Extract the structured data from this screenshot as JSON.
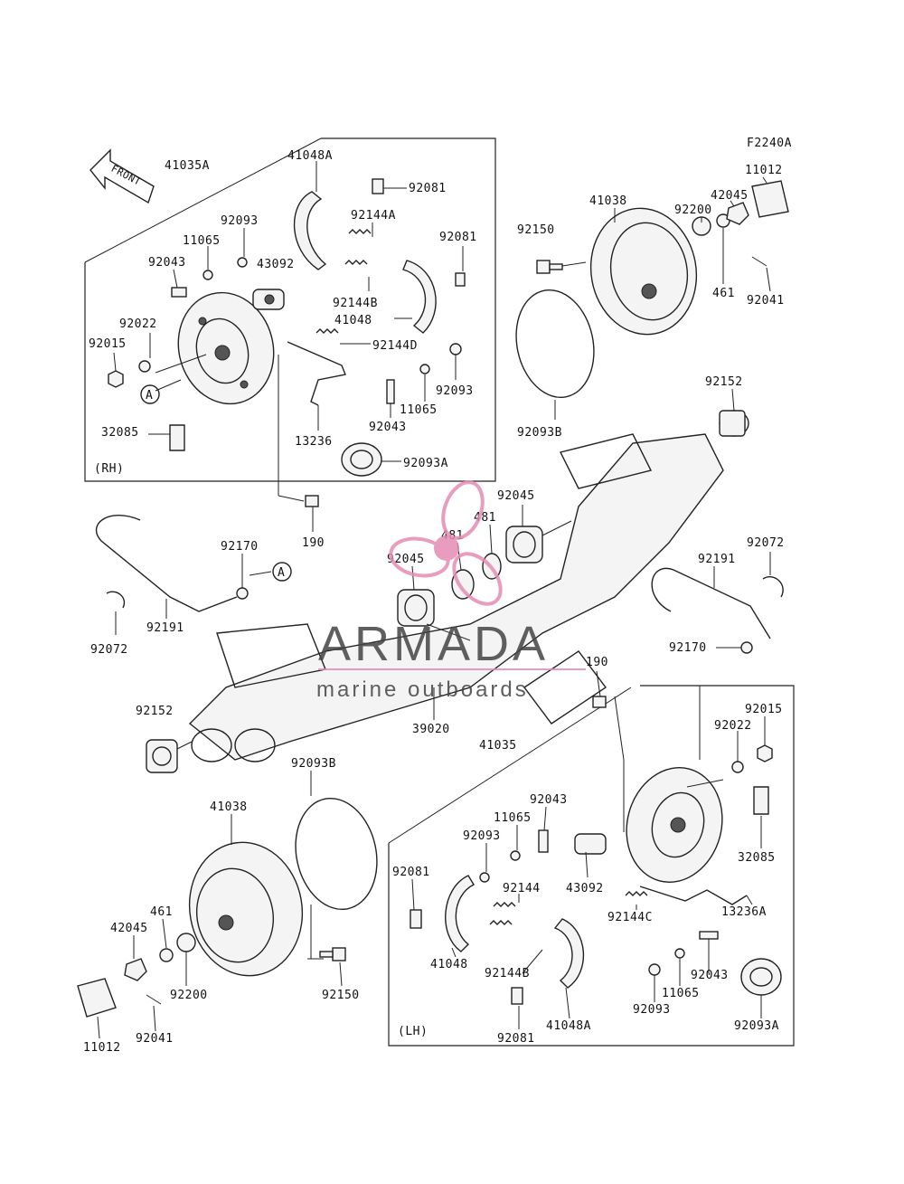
{
  "diagram_code": "F2240A",
  "front_label": "FRONT",
  "rh_label": "(RH)",
  "lh_label": "(LH)",
  "ref_a": "A",
  "watermark": {
    "brand": "ARMADA",
    "tagline": "marine outboards",
    "color": "#e58cb4"
  },
  "parts": [
    "41035A",
    "41048A",
    "92081",
    "92093",
    "11065",
    "43092",
    "92144A",
    "92081",
    "92043",
    "92144B",
    "92022",
    "92015",
    "41048",
    "92144D",
    "92093",
    "11065",
    "92043",
    "13236",
    "32085",
    "92093A",
    "92150",
    "41038",
    "92200",
    "42045",
    "11012",
    "461",
    "92041",
    "92093B",
    "92152",
    "92045",
    "481",
    "481",
    "92045",
    "190",
    "92170",
    "92191",
    "92072",
    "92191",
    "92072",
    "92170",
    "190",
    "39020",
    "41035",
    "92152",
    "92093B",
    "41038",
    "461",
    "42045",
    "92200",
    "11012",
    "92041",
    "92150",
    "92043",
    "11065",
    "92093",
    "92081",
    "43092",
    "92144",
    "41048",
    "92144B",
    "92081",
    "41048A",
    "92144C",
    "13236A",
    "92043",
    "11065",
    "92093",
    "92022",
    "92015",
    "32085",
    "92093A"
  ]
}
